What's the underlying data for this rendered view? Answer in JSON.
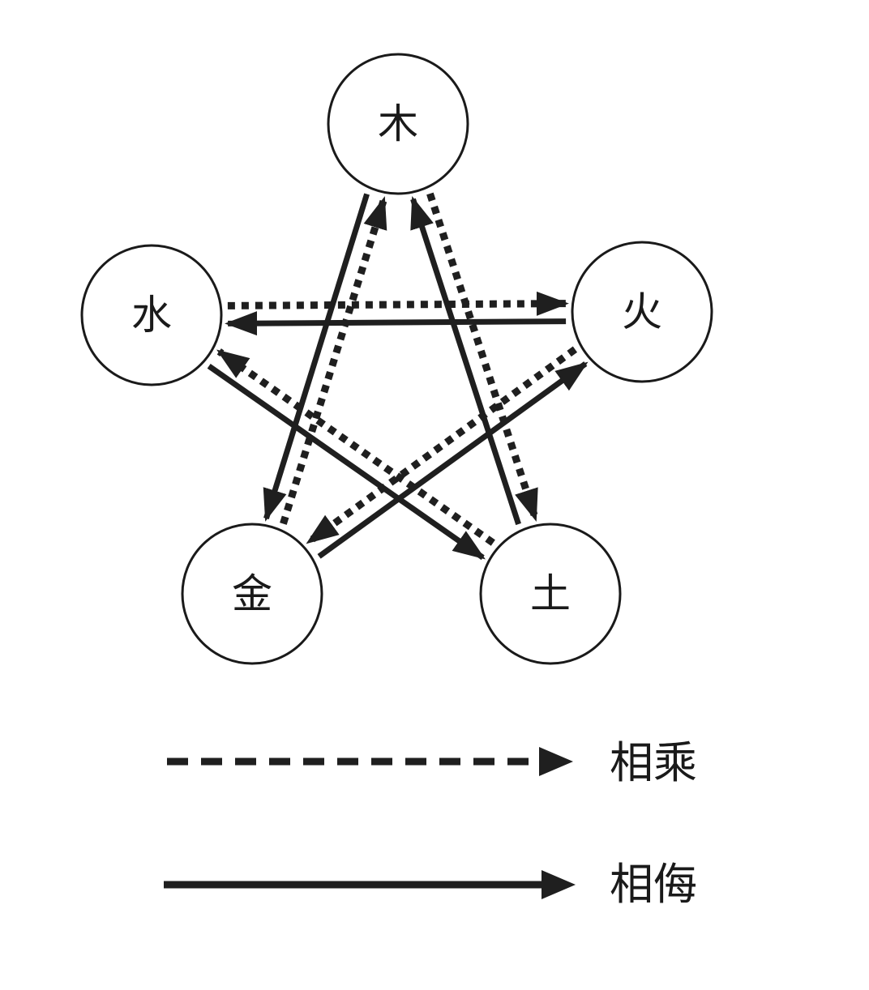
{
  "diagram": {
    "nodes": [
      {
        "id": "wood",
        "label": "木"
      },
      {
        "id": "fire",
        "label": "火"
      },
      {
        "id": "earth",
        "label": "土"
      },
      {
        "id": "metal",
        "label": "金"
      },
      {
        "id": "water",
        "label": "水"
      }
    ],
    "edges": [
      {
        "from": "wood",
        "to": "earth",
        "style": "dotted"
      },
      {
        "from": "earth",
        "to": "water",
        "style": "dotted"
      },
      {
        "from": "water",
        "to": "fire",
        "style": "dotted"
      },
      {
        "from": "fire",
        "to": "metal",
        "style": "dotted"
      },
      {
        "from": "metal",
        "to": "wood",
        "style": "dotted"
      },
      {
        "from": "earth",
        "to": "wood",
        "style": "solid"
      },
      {
        "from": "water",
        "to": "earth",
        "style": "solid"
      },
      {
        "from": "fire",
        "to": "water",
        "style": "solid"
      },
      {
        "from": "metal",
        "to": "fire",
        "style": "solid"
      },
      {
        "from": "wood",
        "to": "metal",
        "style": "solid"
      }
    ]
  },
  "legend": {
    "dashed_label": "相乘",
    "solid_label": "相侮"
  },
  "colors": {
    "stroke": "#1f1f1f",
    "background": "#ffffff"
  }
}
